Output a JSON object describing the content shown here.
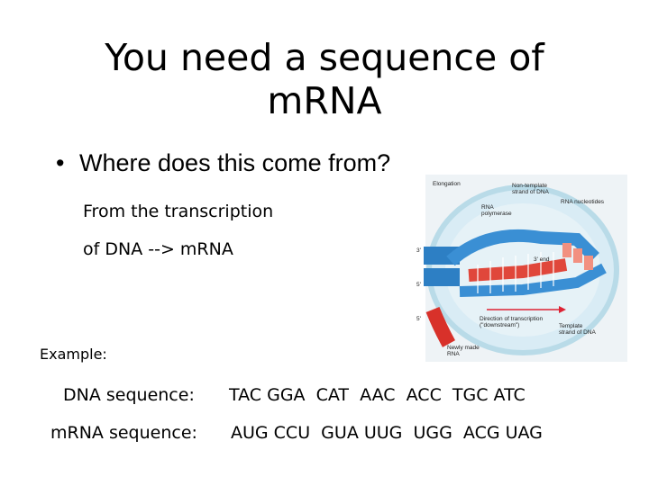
{
  "slide": {
    "title_line1": "You need a sequence of",
    "title_line2": "mRNA",
    "bullet": "Where does this come from?",
    "sub_line1": "From the transcription",
    "sub_line2": "of DNA --> mRNA",
    "example_label": "Example:",
    "dna_label": "DNA sequence:",
    "dna_sequence": "TAC GGA  CAT  AAC  ACC  TGC ATC",
    "mrna_label": "mRNA sequence:",
    "mrna_sequence": "AUG CCU  GUA UUG  UGG  ACG UAG"
  },
  "figure": {
    "elongation": "Elongation",
    "nontemplate_1": "Non-template",
    "nontemplate_2": "strand of DNA",
    "rna_nucleotides": "RNA nucleotides",
    "rna_poly_1": "RNA",
    "rna_poly_2": "polymerase",
    "three_end": "3' end",
    "direction_1": "Direction of transcription",
    "direction_2": "(\"downstream\")",
    "template_1": "Template",
    "template_2": "strand of DNA",
    "newly_1": "Newly made",
    "newly_2": "RNA",
    "mark_3a": "3'",
    "mark_5a": "5'",
    "mark_5b": "5'"
  }
}
